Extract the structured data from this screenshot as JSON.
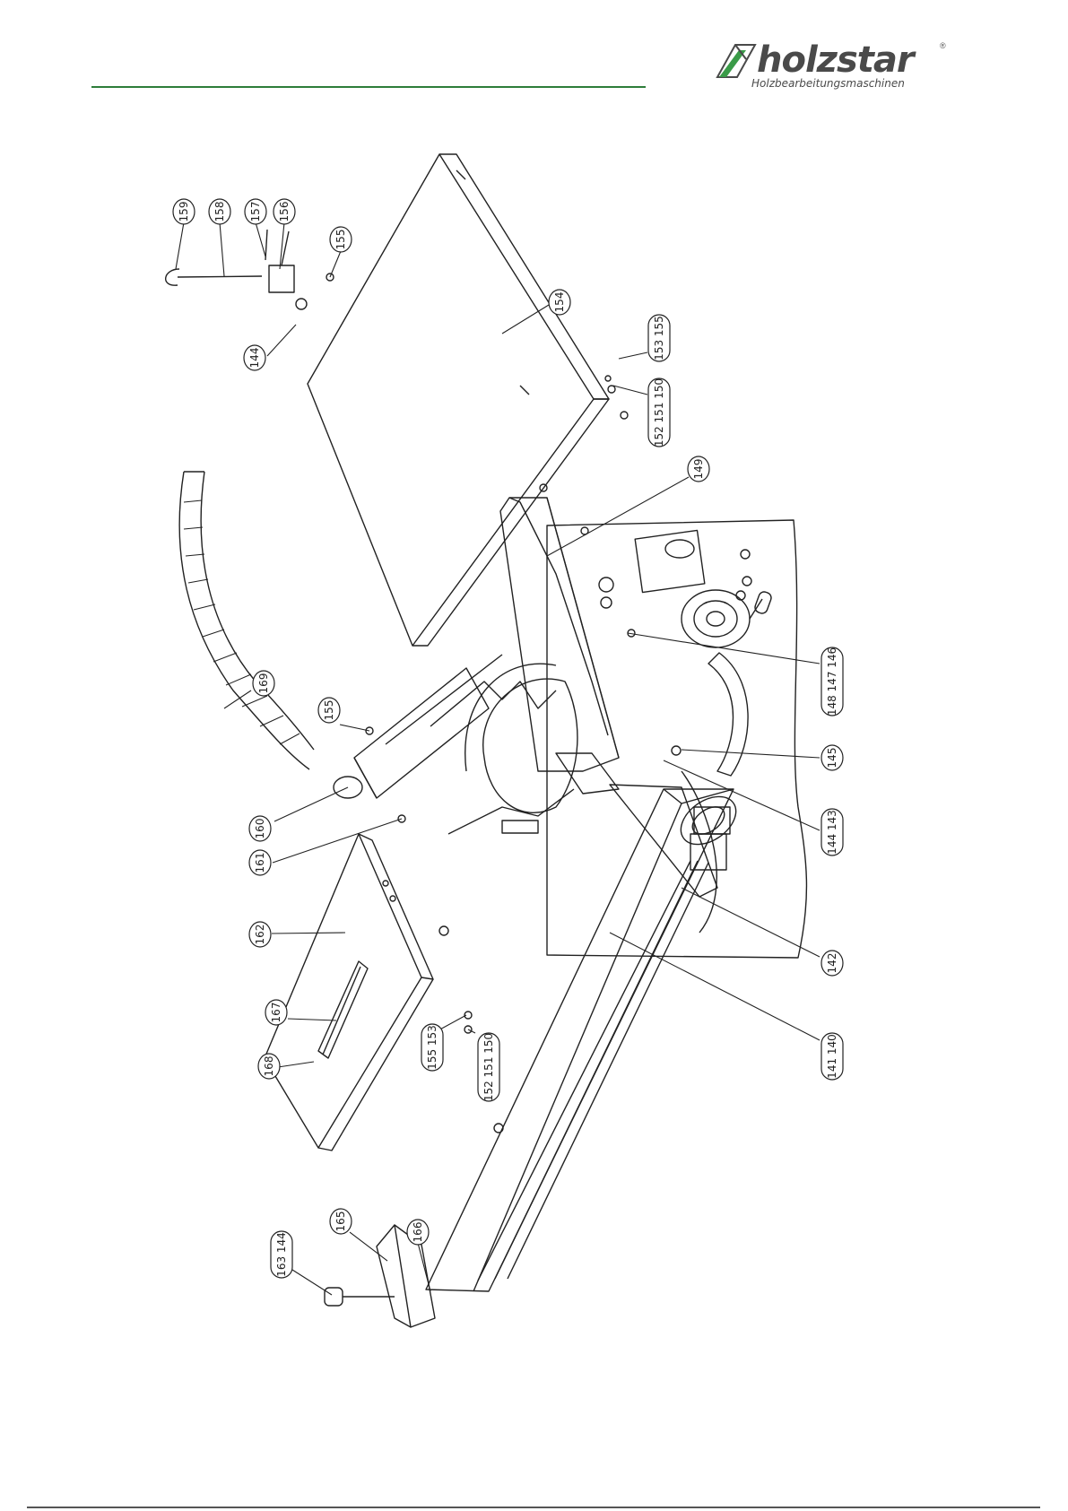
{
  "brand": {
    "name": "holzstar",
    "registered": "®",
    "tagline": "Holzbearbeitungsmaschinen",
    "accent_color": "#2e7d3a",
    "mark_color": "#3a9b48"
  },
  "callouts": [
    {
      "id": "c159",
      "label": "159"
    },
    {
      "id": "c158",
      "label": "158"
    },
    {
      "id": "c157",
      "label": "157"
    },
    {
      "id": "c156",
      "label": "156"
    },
    {
      "id": "c155a",
      "label": "155"
    },
    {
      "id": "c154",
      "label": "154"
    },
    {
      "id": "c144a",
      "label": "144"
    },
    {
      "id": "c153155",
      "label": "153 155"
    },
    {
      "id": "c152151150a",
      "label": "152 151 150"
    },
    {
      "id": "c149",
      "label": "149"
    },
    {
      "id": "c169",
      "label": "169"
    },
    {
      "id": "c155b",
      "label": "155"
    },
    {
      "id": "c148147146",
      "label": "148 147 146"
    },
    {
      "id": "c145",
      "label": "145"
    },
    {
      "id": "c160",
      "label": "160"
    },
    {
      "id": "c144143",
      "label": "144 143"
    },
    {
      "id": "c161",
      "label": "161"
    },
    {
      "id": "c162",
      "label": "162"
    },
    {
      "id": "c142",
      "label": "142"
    },
    {
      "id": "c167",
      "label": "167"
    },
    {
      "id": "c155153",
      "label": "155 153"
    },
    {
      "id": "c141140",
      "label": "141 140"
    },
    {
      "id": "c168",
      "label": "168"
    },
    {
      "id": "c152151150b",
      "label": "152 151 150"
    },
    {
      "id": "c165",
      "label": "165"
    },
    {
      "id": "c166",
      "label": "166"
    },
    {
      "id": "c163144",
      "label": "163 144"
    }
  ]
}
